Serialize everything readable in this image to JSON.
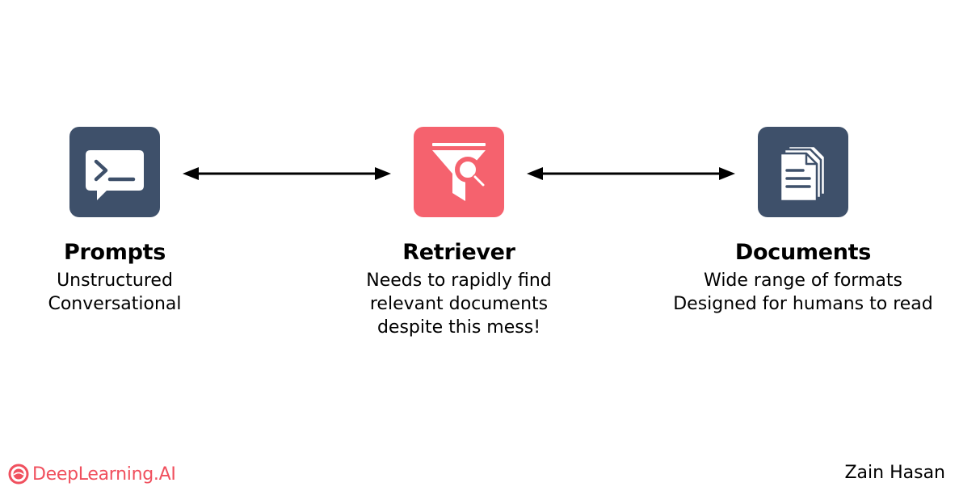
{
  "colors": {
    "slate": "#3e506a",
    "accent": "#f5626e",
    "brand": "#f0505e"
  },
  "nodes": [
    {
      "icon": "terminal-chat-icon",
      "title": "Prompts",
      "lines": [
        "Unstructured",
        "Conversational"
      ]
    },
    {
      "icon": "filter-search-icon",
      "title": "Retriever",
      "lines": [
        "Needs to rapidly find",
        "relevant documents",
        "despite this mess!"
      ]
    },
    {
      "icon": "documents-icon",
      "title": "Documents",
      "lines": [
        "Wide range of formats",
        "Designed for humans to read"
      ]
    }
  ],
  "footer": {
    "brand": "DeepLearning.AI",
    "author": "Zain Hasan"
  }
}
